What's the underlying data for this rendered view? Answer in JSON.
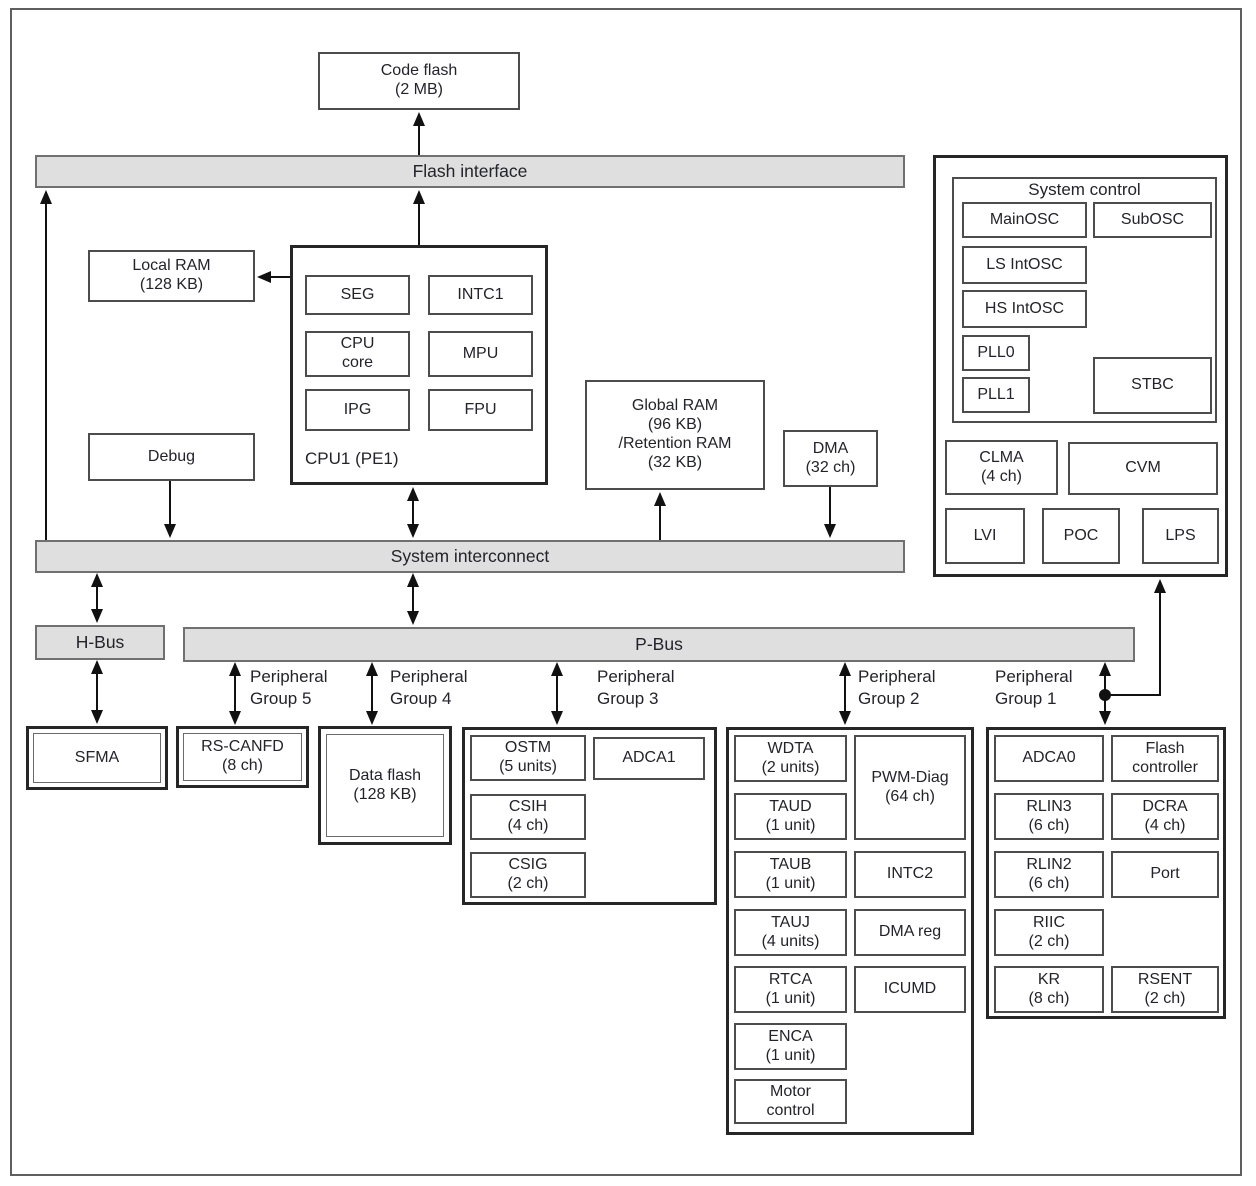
{
  "colors": {
    "bus_fill": "#dfdfdf",
    "line": "#111111",
    "box_border": "#4c4c4c"
  },
  "blocks": {
    "code_flash": "Code flash\n(2 MB)",
    "flash_interface": "Flash interface",
    "local_ram": "Local RAM\n(128 KB)",
    "debug": "Debug",
    "global_ram": "Global RAM\n(96 KB)\n/Retention RAM\n(32 KB)",
    "dma": "DMA\n(32 ch)",
    "system_interconnect": "System interconnect",
    "h_bus": "H-Bus",
    "p_bus": "P-Bus",
    "sfma": "SFMA",
    "rs_canfd": "RS-CANFD\n(8 ch)",
    "data_flash": "Data flash\n(128 KB)"
  },
  "cpu1": {
    "label": "CPU1 (PE1)",
    "seg": "SEG",
    "intc1": "INTC1",
    "cpu_core": "CPU\ncore",
    "mpu": "MPU",
    "ipg": "IPG",
    "fpu": "FPU"
  },
  "system_control": {
    "title": "System control",
    "mainosc": "MainOSC",
    "subosc": "SubOSC",
    "ls_intosc": "LS IntOSC",
    "hs_intosc": "HS IntOSC",
    "pll0": "PLL0",
    "pll1": "PLL1",
    "stbc": "STBC",
    "clma": "CLMA\n(4 ch)",
    "cvm": "CVM",
    "lvi": "LVI",
    "poc": "POC",
    "lps": "LPS"
  },
  "group_labels": {
    "g5": "Peripheral\nGroup 5",
    "g4": "Peripheral\nGroup 4",
    "g3": "Peripheral\nGroup 3",
    "g2": "Peripheral\nGroup 2",
    "g1": "Peripheral\nGroup 1"
  },
  "group3": {
    "ostm": "OSTM\n(5 units)",
    "adca1": "ADCA1",
    "csih": "CSIH\n(4 ch)",
    "csig": "CSIG\n(2 ch)"
  },
  "group2": {
    "wdta": "WDTA\n(2 units)",
    "pwm_diag": "PWM-Diag\n(64 ch)",
    "taud": "TAUD\n(1 unit)",
    "taub": "TAUB\n(1 unit)",
    "intc2": "INTC2",
    "tauj": "TAUJ\n(4 units)",
    "dma_reg": "DMA reg",
    "rtca": "RTCA\n(1 unit)",
    "icumd": "ICUMD",
    "enca": "ENCA\n(1 unit)",
    "motor_control": "Motor\ncontrol"
  },
  "group1": {
    "adca0": "ADCA0",
    "flash_controller": "Flash\ncontroller",
    "rlin3": "RLIN3\n(6 ch)",
    "dcra": "DCRA\n(4 ch)",
    "rlin2": "RLIN2\n(6 ch)",
    "port": "Port",
    "riic": "RIIC\n(2 ch)",
    "kr": "KR\n(8 ch)",
    "rsent": "RSENT\n(2 ch)"
  }
}
